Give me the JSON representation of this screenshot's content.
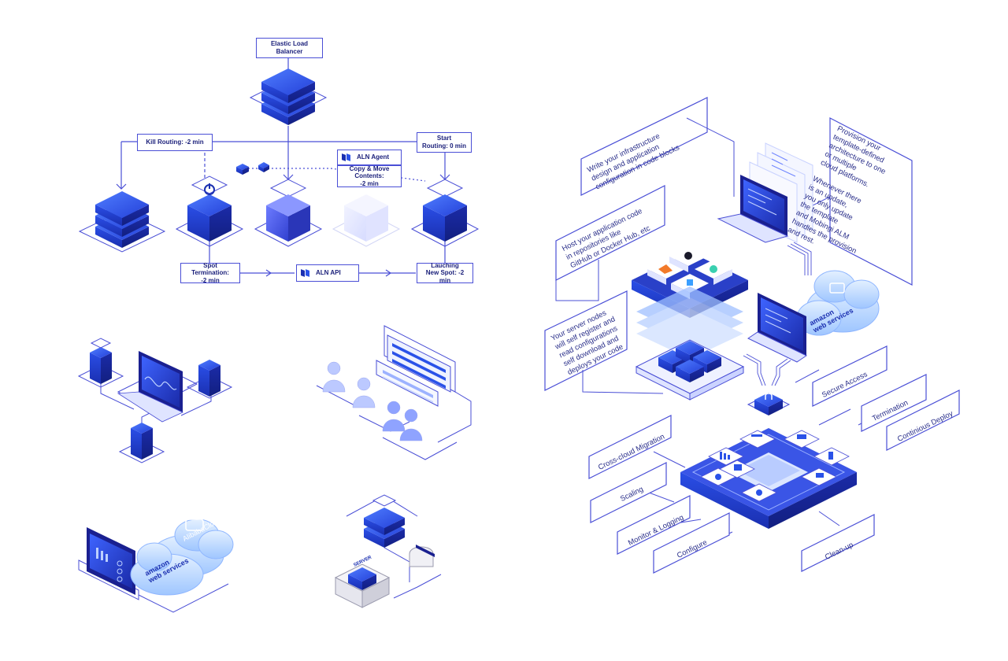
{
  "colors": {
    "primary": "#2a52e8",
    "dark": "#1a1f7a",
    "stroke": "#4a4fd6",
    "light": "#cfe0ff"
  },
  "flow": {
    "elb": "Elastic Load Balancer",
    "kill_routing": "Kill Routing: -2 min",
    "start_routing": "Start\nRouting: 0 min",
    "aln_agent": "ALN Agent",
    "copy_move": "Copy & Move Contents:\n-2 min",
    "spot_termination": "Spot Termination:\n-2 min",
    "aln_api": "ALN API",
    "launching": "Lauching\nNew Spot: -2 min"
  },
  "cloud_labels": {
    "alibaba": "AlibabaCloud",
    "aws": "amazon\nweb services",
    "aws_right": "amazon\nweb services"
  },
  "server_badge": "SERVER",
  "right": {
    "write": "Write your infrastructure\ndesign and application\nconfiguration in code blocks",
    "host": "Host your application code\nin repositories like\nGitHub or Docker Hub, etc",
    "nodes": "Your server nodes\nwill self register and\nread configurations\nself download and\ndeploys your code",
    "provision": "Provision your\ntemplate-defined\narchitecture to one\nor multiple\ncloud platforms.\n\nWhenever there\nis an update,\nyou only update\nthe template\nand Mobingi ALM\nhandles the provision\nand rest.",
    "tags": {
      "secure_access": "Secure Access",
      "termination": "Termination",
      "continuous_deploy": "Continious Deploy",
      "cross_cloud": "Cross-cloud Migration",
      "scaling": "Scaling",
      "monitor": "Monitor & Logging",
      "configure": "Configure",
      "cleanup": "Clean-up"
    }
  }
}
